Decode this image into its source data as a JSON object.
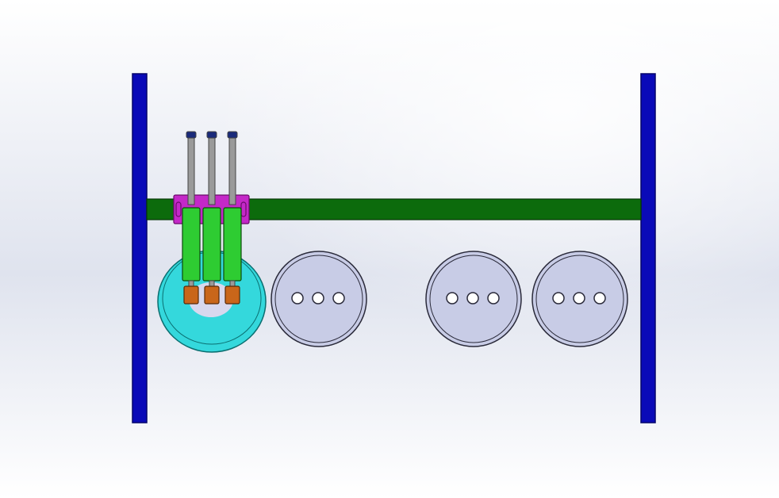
{
  "scene": {
    "background": {
      "top_color": "#ffffff",
      "mid_color": "#dfe3ee",
      "bottom_color": "#ffffff"
    },
    "colors": {
      "post": "#0a0ab8",
      "post_edge": "#05056a",
      "rail": "#0c6b0c",
      "rail_edge": "#053805",
      "bracket": "#c428c8",
      "bracket_edge": "#6a0a6a",
      "cylinder": "#2ecc32",
      "cylinder_edge": "#0d4a0d",
      "rod": "#9a9a9a",
      "rod_edge": "#444444",
      "rod_cap": "#1a2a7a",
      "gripper": "#c9661a",
      "gripper_edge": "#5a2a08",
      "active_disk": "#34d8dc",
      "active_disk_edge": "#0a6e70",
      "active_disk_center": "#d8d8ee",
      "disk": "#c8cce6",
      "disk_edge": "#2a2a3a",
      "hole": "#ffffff"
    },
    "disk_count": 4,
    "cylinder_count": 3,
    "holes_per_disk": 3
  }
}
